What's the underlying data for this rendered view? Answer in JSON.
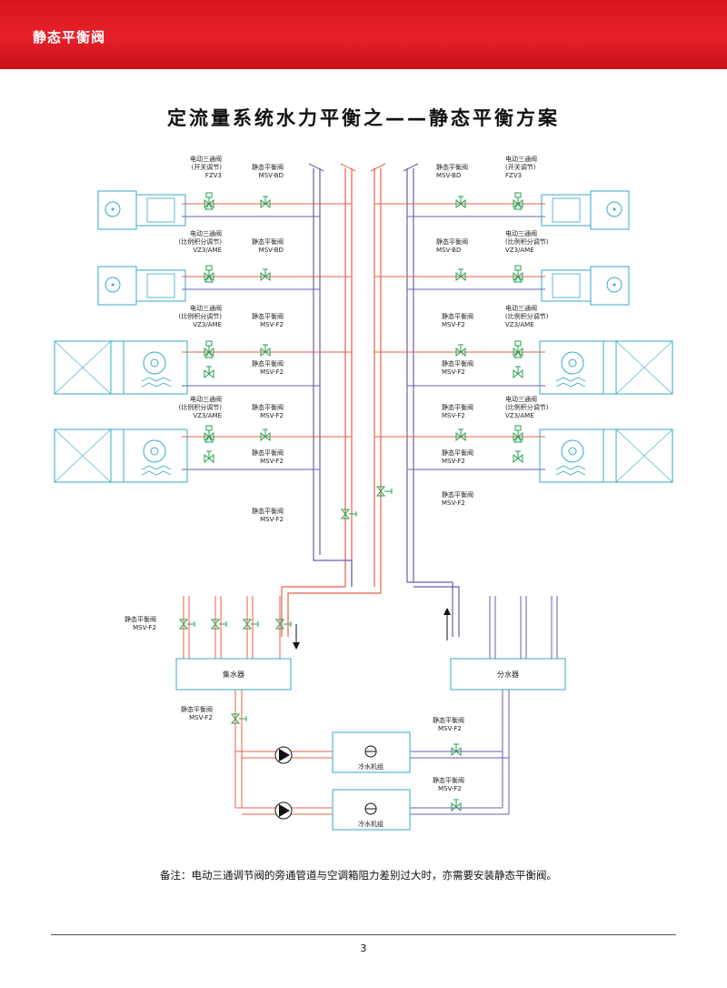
{
  "header": {
    "section_title": "静态平衡阀"
  },
  "title": "定流量系统水力平衡之——静态平衡方案",
  "valves": {
    "fzv3_name": "电动三通阀",
    "fzv3_mode": "(开关调节)",
    "fzv3_model": "FZV3",
    "vz3_name": "电动三通阀",
    "vz3_mode": "(比例积分调节)",
    "vz3_model": "VZ3/AME",
    "bal_name": "静态平衡阀",
    "msvbd": "MSV-BD",
    "msvf2": "MSV-F2"
  },
  "equipment": {
    "collector": "集水器",
    "distributor": "分水器",
    "chiller_1": "冷水机组",
    "chiller_2": "冷水机组"
  },
  "note": "备注：电动三通调节阀的旁通管道与空调箱阻力差别过大时，亦需要安装静态平衡阀。",
  "page_number": "3",
  "colors": {
    "header_red": "#e02128",
    "supply_red": "#e8604a",
    "return_purple": "#6a5fb0",
    "valve_green": "#20a050",
    "equipment_cyan": "#3aa9c9"
  }
}
